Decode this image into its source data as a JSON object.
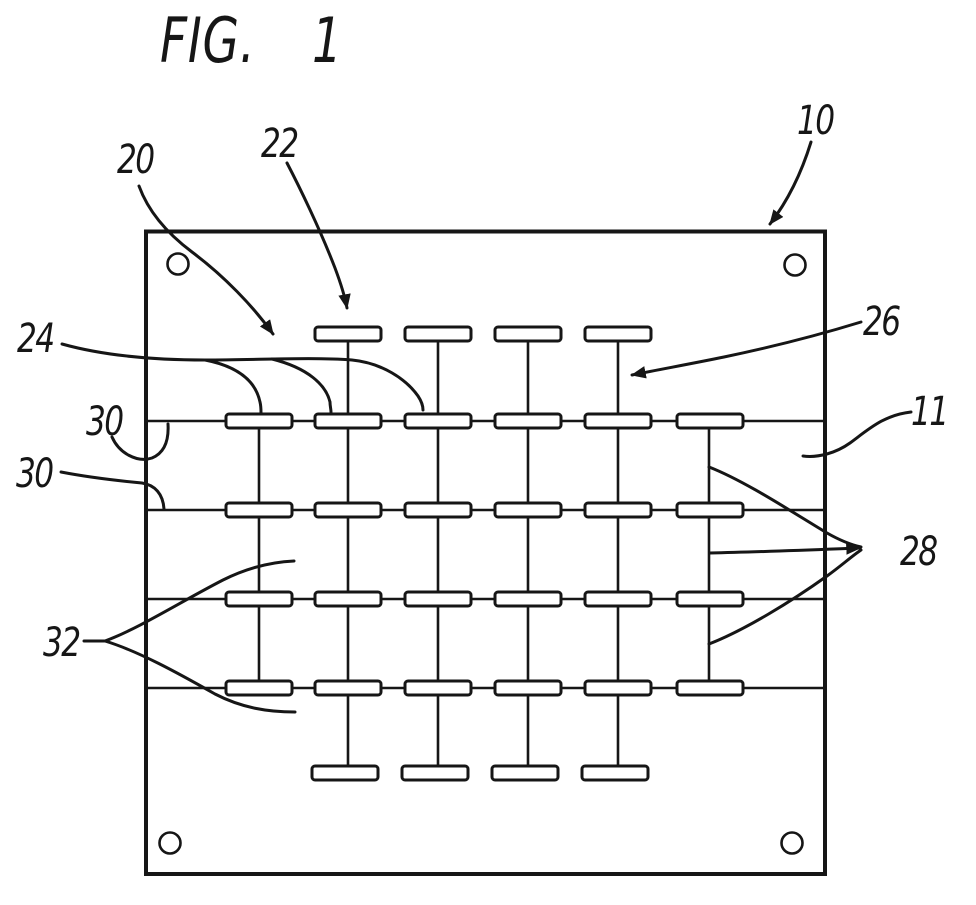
{
  "figure_title": {
    "label": "FIG.",
    "number": "1"
  },
  "labels": {
    "l10": "10",
    "l20": "20",
    "l22": "22",
    "l24": "24",
    "l26": "26",
    "l11": "11",
    "l30a": "30",
    "l30b": "30",
    "l28": "28",
    "l32": "32"
  },
  "drawing_colors": {
    "ink": "#161616",
    "paper": "#ffffff"
  }
}
